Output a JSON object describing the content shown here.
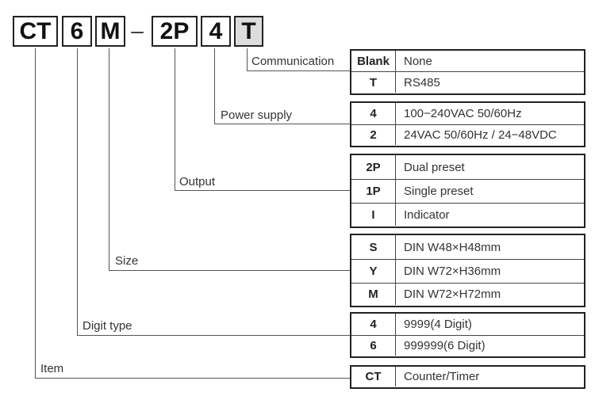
{
  "code": {
    "parts": [
      "CT",
      "6",
      "M",
      "2P",
      "4",
      "T"
    ],
    "separator": "–",
    "highlight_color": "#dddddd"
  },
  "groups": [
    {
      "label": "Communication",
      "rows": [
        {
          "key": "Blank",
          "value": "None"
        },
        {
          "key": "T",
          "value": "RS485"
        }
      ]
    },
    {
      "label": "Power supply",
      "rows": [
        {
          "key": "4",
          "value": "100−240VAC 50/60Hz"
        },
        {
          "key": "2",
          "value": "24VAC 50/60Hz / 24−48VDC"
        }
      ]
    },
    {
      "label": "Output",
      "rows": [
        {
          "key": "2P",
          "value": "Dual preset"
        },
        {
          "key": "1P",
          "value": "Single preset"
        },
        {
          "key": "I",
          "value": "Indicator"
        }
      ]
    },
    {
      "label": "Size",
      "rows": [
        {
          "key": "S",
          "value": "DIN W48×H48mm"
        },
        {
          "key": "Y",
          "value": "DIN W72×H36mm"
        },
        {
          "key": "M",
          "value": "DIN W72×H72mm"
        }
      ]
    },
    {
      "label": "Digit type",
      "rows": [
        {
          "key": "4",
          "value": "9999(4 Digit)"
        },
        {
          "key": "6",
          "value": "999999(6 Digit)"
        }
      ]
    },
    {
      "label": "Item",
      "rows": [
        {
          "key": "CT",
          "value": "Counter/Timer"
        }
      ]
    }
  ]
}
